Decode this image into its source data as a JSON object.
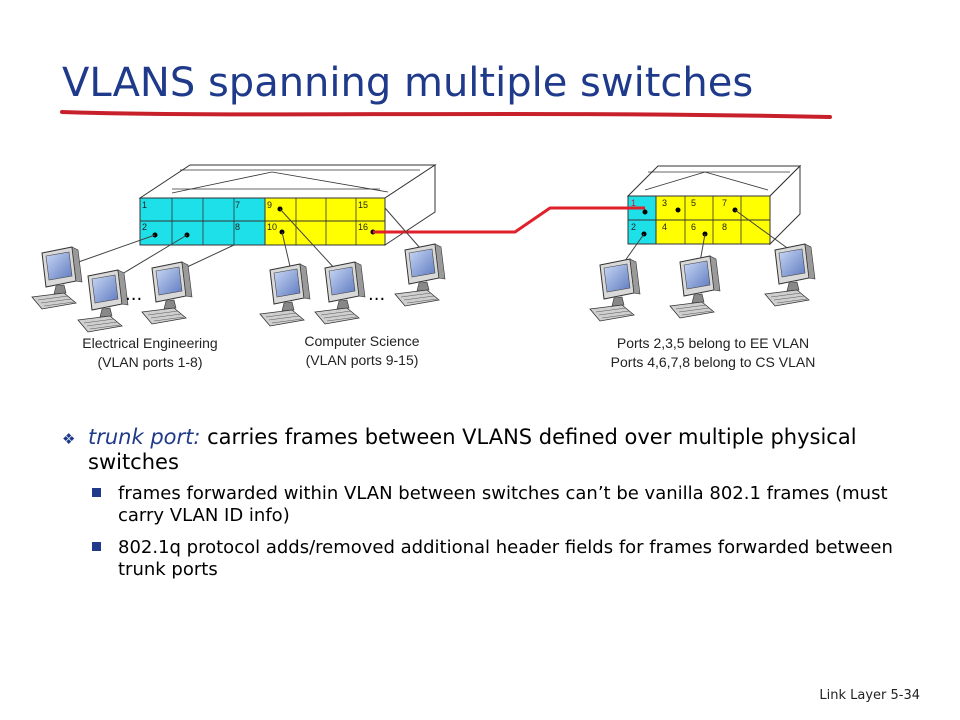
{
  "title": "VLANS spanning multiple switches",
  "colors": {
    "title": "#1f3a8a",
    "underline": "#c8202a",
    "ee_port": "#1ee0e8",
    "cs_port": "#ffff00",
    "trunk": "#e0202a"
  },
  "left_switch": {
    "port_labels": [
      "1",
      "7",
      "9",
      "15",
      "2",
      "8",
      "10",
      "16"
    ]
  },
  "right_switch": {
    "port_labels": [
      "1",
      "3",
      "5",
      "7",
      "2",
      "4",
      "6",
      "8"
    ]
  },
  "ellipsis": "...",
  "captions": {
    "ee": [
      "Electrical Engineering",
      "(VLAN ports 1-8)"
    ],
    "cs": [
      "Computer Science",
      "(VLAN ports 9-15)"
    ],
    "ports": [
      "Ports 2,3,5 belong to EE VLAN",
      "Ports 4,6,7,8 belong to CS VLAN"
    ]
  },
  "bullets": {
    "main_term": "trunk port:",
    "main_rest": " carries frames between VLANS defined over multiple physical switches",
    "sub": [
      "frames forwarded within VLAN between switches can’t be vanilla 802.1 frames (must carry VLAN ID info)",
      "802.1q protocol adds/removed additional header fields for frames forwarded between trunk ports"
    ]
  },
  "footer": "Link Layer  5-34"
}
